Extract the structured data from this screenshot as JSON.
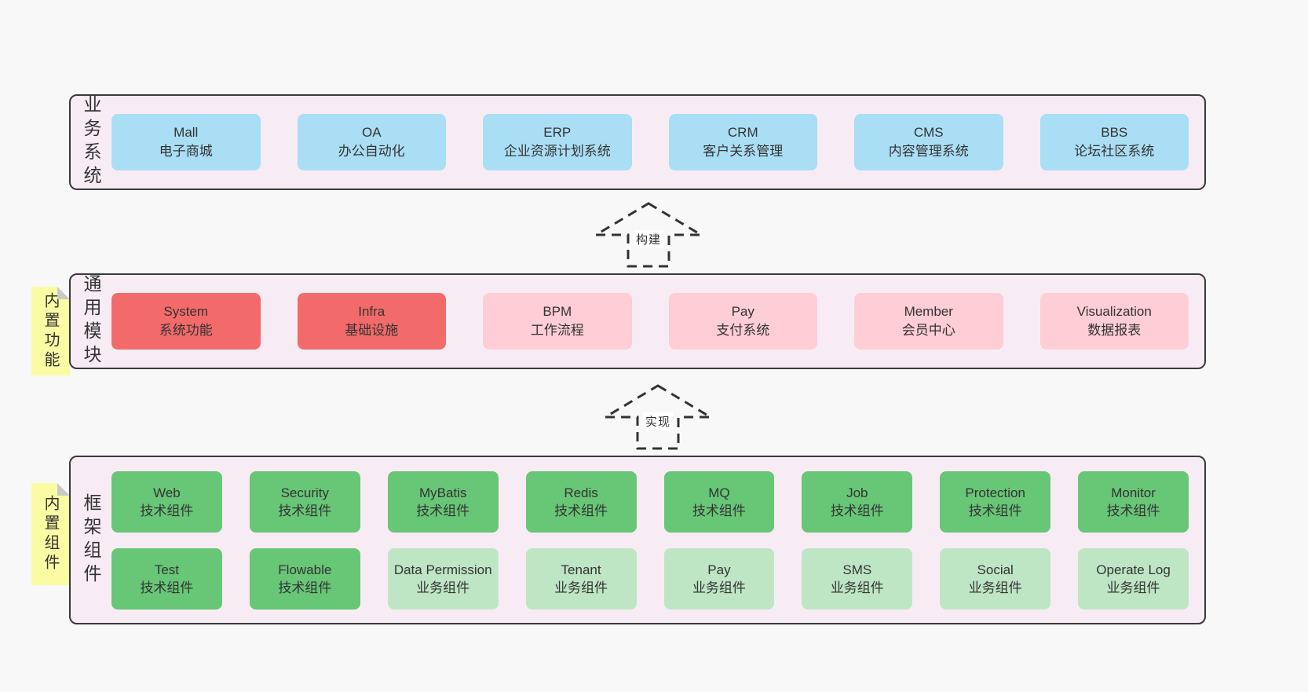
{
  "colors": {
    "page_bg": "#f8f8f8",
    "section_bg": "#f8ecf4",
    "section_border": "#3a3a3a",
    "box_blue": "#aadef5",
    "box_red": "#f36a6a",
    "box_pink": "#fecdd5",
    "box_green": "#68c677",
    "box_light_green": "#bee6c5",
    "note_bg": "#fbfba4",
    "note_fold": "#c9c9c9",
    "text": "#333333"
  },
  "sections": {
    "business": {
      "label": "业务系统",
      "boxes": [
        {
          "name": "Mall",
          "desc": "电子商城"
        },
        {
          "name": "OA",
          "desc": "办公自动化"
        },
        {
          "name": "ERP",
          "desc": "企业资源计划系统"
        },
        {
          "name": "CRM",
          "desc": "客户关系管理"
        },
        {
          "name": "CMS",
          "desc": "内容管理系统"
        },
        {
          "name": "BBS",
          "desc": "论坛社区系统"
        }
      ]
    },
    "modules": {
      "label": "通用模块",
      "note": "内置功能",
      "boxes": [
        {
          "name": "System",
          "desc": "系统功能"
        },
        {
          "name": "Infra",
          "desc": "基础设施"
        },
        {
          "name": "BPM",
          "desc": "工作流程"
        },
        {
          "name": "Pay",
          "desc": "支付系统"
        },
        {
          "name": "Member",
          "desc": "会员中心"
        },
        {
          "name": "Visualization",
          "desc": "数据报表"
        }
      ]
    },
    "components": {
      "label": "框架组件",
      "note": "内置组件",
      "row1": [
        {
          "name": "Web",
          "desc": "技术组件"
        },
        {
          "name": "Security",
          "desc": "技术组件"
        },
        {
          "name": "MyBatis",
          "desc": "技术组件"
        },
        {
          "name": "Redis",
          "desc": "技术组件"
        },
        {
          "name": "MQ",
          "desc": "技术组件"
        },
        {
          "name": "Job",
          "desc": "技术组件"
        },
        {
          "name": "Protection",
          "desc": "技术组件"
        },
        {
          "name": "Monitor",
          "desc": "技术组件"
        }
      ],
      "row2": [
        {
          "name": "Test",
          "desc": "技术组件"
        },
        {
          "name": "Flowable",
          "desc": "技术组件"
        },
        {
          "name": "Data Permission",
          "desc": "业务组件"
        },
        {
          "name": "Tenant",
          "desc": "业务组件"
        },
        {
          "name": "Pay",
          "desc": "业务组件"
        },
        {
          "name": "SMS",
          "desc": "业务组件"
        },
        {
          "name": "Social",
          "desc": "业务组件"
        },
        {
          "name": "Operate Log",
          "desc": "业务组件"
        }
      ]
    }
  },
  "arrows": {
    "build": "构建",
    "implement": "实现"
  }
}
